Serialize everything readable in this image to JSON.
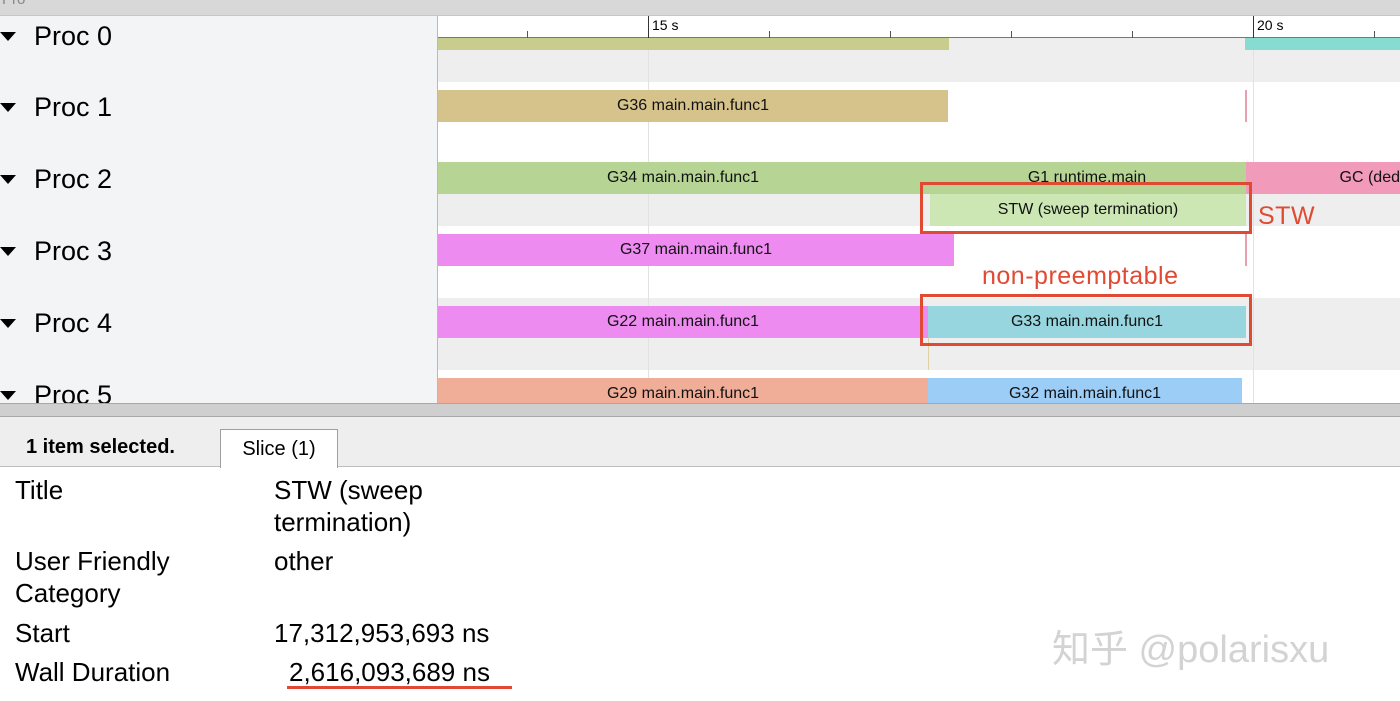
{
  "window": {
    "title_fragment": "Pro"
  },
  "ruler": {
    "labels": [
      "15 s",
      "20 s"
    ]
  },
  "procs": [
    {
      "label": "Proc 0"
    },
    {
      "label": "Proc 1"
    },
    {
      "label": "Proc 2"
    },
    {
      "label": "Proc 3"
    },
    {
      "label": "Proc 4"
    },
    {
      "label": "Proc 5"
    }
  ],
  "slices": [
    {
      "label": "",
      "color": "#c8cc8c"
    },
    {
      "label": "",
      "color": "#86dcd1"
    },
    {
      "label": "G36 main.main.func1",
      "color": "#d6c38b"
    },
    {
      "label": "G34 main.main.func1",
      "color": "#b6d594"
    },
    {
      "label": "G1 runtime.main",
      "color": "#b6d594"
    },
    {
      "label": "GC (ded",
      "color": "#f19ab9"
    },
    {
      "label": "STW (sweep termination)",
      "color": "#cce7b4"
    },
    {
      "label": "G37 main.main.func1",
      "color": "#ee8bf1"
    },
    {
      "label": "G22 main.main.func1",
      "color": "#ee8bf1"
    },
    {
      "label": "G33 main.main.func1",
      "color": "#97d6df"
    },
    {
      "label": "G29 main.main.func1",
      "color": "#f0ae98"
    },
    {
      "label": "G32 main.main.func1",
      "color": "#9ccdf6"
    }
  ],
  "annotations": {
    "stw": "STW",
    "non_preemptable": "non-preemptable",
    "accent": "#e04a32"
  },
  "panel": {
    "selected_count": "1 item selected.",
    "tab_label": "Slice (1)"
  },
  "details": [
    {
      "key": "Title",
      "value": "STW (sweep termination)"
    },
    {
      "key": "User Friendly Category",
      "value": "other"
    },
    {
      "key": "Start",
      "value": "17,312,953,693 ns"
    },
    {
      "key": "Wall Duration",
      "value": "2,616,093,689 ns"
    }
  ],
  "watermark": "知乎 @polarisxu"
}
